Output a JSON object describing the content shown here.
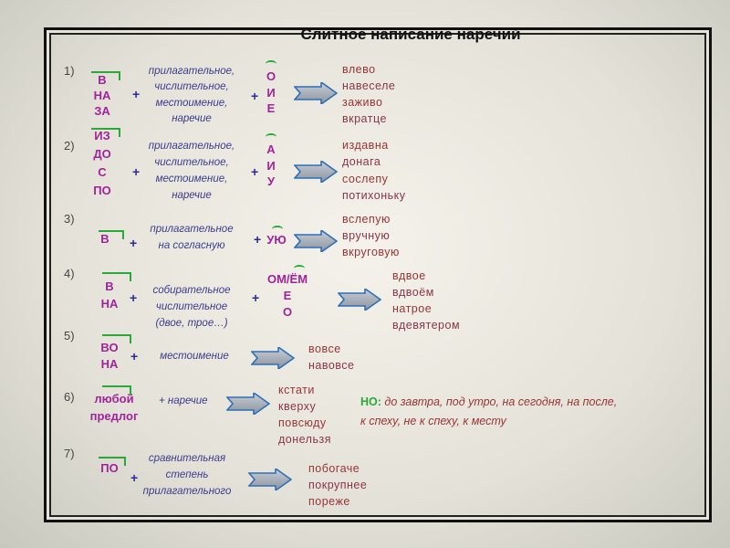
{
  "title": "Слитное написание наречий",
  "rules": [
    {
      "num": "1)",
      "prefixes": [
        "В",
        "НА",
        "ЗА"
      ],
      "plus1": "+",
      "base": [
        "прилагательное,",
        "числительное,",
        "местоимение,",
        "наречие"
      ],
      "plus2": "+",
      "suffixes": [
        "О",
        "И",
        "Е"
      ],
      "examples": [
        "влево",
        "навеселе",
        "заживо",
        "вкратце"
      ]
    },
    {
      "num": "2)",
      "prefixes": [
        "ИЗ",
        "ДО",
        "С",
        "ПО"
      ],
      "plus1": "+",
      "base": [
        "прилагательное,",
        "числительное,",
        "местоимение,",
        "наречие"
      ],
      "plus2": "+",
      "suffixes": [
        "А",
        "И",
        "У"
      ],
      "examples": [
        "издавна",
        "донага",
        "сослепу",
        "потихоньку"
      ]
    },
    {
      "num": "3)",
      "prefixes": [
        "В"
      ],
      "plus1": "+",
      "base": [
        "прилагательное",
        "на согласную"
      ],
      "plus2": "+",
      "suffixes": [
        "УЮ"
      ],
      "examples": [
        "вслепую",
        "вручную",
        "вкруговую"
      ]
    },
    {
      "num": "4)",
      "prefixes": [
        "В",
        "НА"
      ],
      "plus1": "+",
      "base": [
        "собирательное",
        "числительное",
        "(двое, трое…)"
      ],
      "plus2": "+",
      "suffixes": [
        "ОМ/ЁМ",
        "Е",
        "О"
      ],
      "examples": [
        "вдвое",
        "вдвоём",
        "натрое",
        "вдевятером"
      ]
    },
    {
      "num": "5)",
      "prefixes": [
        "ВО",
        "НА"
      ],
      "plus1": "+",
      "base": [
        "местоимение"
      ],
      "examples": [
        "вовсе",
        "навовсе"
      ]
    },
    {
      "num": "6)",
      "prefixes": [
        "любой",
        "предлог"
      ],
      "plus1": "+ наречие",
      "examples": [
        "кстати",
        "кверху",
        "повсюду",
        "донельзя"
      ],
      "exception_label": "НО:",
      "exception": [
        "до завтра, под утро, на сегодня, на после,",
        "к спеху, не к спеху, к месту"
      ]
    },
    {
      "num": "7)",
      "prefixes": [
        "ПО"
      ],
      "plus1": "+",
      "base": [
        "сравнительная",
        "степень",
        "прилагательного"
      ],
      "examples": [
        "побогаче",
        "покрупнее",
        "пореже"
      ]
    }
  ],
  "colors": {
    "prefix": "#a0239a",
    "bracket": "#2aa83a",
    "example": "#9a3434",
    "base": "#3b3b8f"
  }
}
